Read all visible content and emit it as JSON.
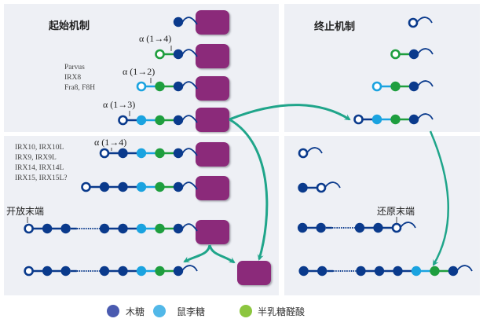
{
  "colors": {
    "xylose": "#0a3a8c",
    "rhamnose": "#1aa3e0",
    "galacturonic_acid": "#1e9e3e",
    "enzyme": "#8b2a7a",
    "arrow": "#1fa58a",
    "panel": "#eef0f5"
  },
  "panels": {
    "initiation_title": "起始机制",
    "termination_title": "终止机制"
  },
  "enzyme_groups": {
    "group1": [
      "Parvus",
      "IRX8",
      "Fra8, F8H"
    ],
    "group2": [
      "IRX10, IRX10L",
      "IRX9, IRX9L",
      "IRX14, IRX14L",
      "IRX15, IRX15L?"
    ]
  },
  "linkages": {
    "row2": "α (1→4)",
    "row3": "α (1→2)",
    "row4": "α (1→3)",
    "row5": "α (1→4)"
  },
  "end_labels": {
    "non_reducing": "开放末端",
    "reducing": "还原末端"
  },
  "legend": [
    {
      "icon": "xylose-circle-icon",
      "label": "木糖",
      "color_key": "xylose"
    },
    {
      "icon": "rhamnose-circle-icon",
      "label": "鼠李糖",
      "color_key": "rhamnose"
    },
    {
      "icon": "galacturonic-acid-circle-icon",
      "label": "半乳糖醛酸",
      "color_key": "galacturonic_acid"
    }
  ],
  "initiation_chains": [
    {
      "residues": [
        "X"
      ]
    },
    {
      "residues": [
        "g",
        "X"
      ]
    },
    {
      "residues": [
        "r",
        "G",
        "X"
      ]
    },
    {
      "residues": [
        "x",
        "R",
        "G",
        "X"
      ]
    },
    {
      "residues": [
        "x",
        "X",
        "R",
        "G",
        "X"
      ]
    },
    {
      "residues": [
        "x",
        "X",
        "X",
        "R",
        "G",
        "X"
      ]
    },
    {
      "residues": [
        "x",
        "X",
        "X",
        "...",
        "X",
        "X",
        "R",
        "G",
        "X"
      ]
    },
    {
      "residues": [
        "x",
        "X",
        "X",
        "...",
        "X",
        "X",
        "R",
        "G",
        "X"
      ]
    }
  ],
  "termination_chains": [
    {
      "residues": [
        "x"
      ]
    },
    {
      "residues": [
        "g",
        "X"
      ]
    },
    {
      "residues": [
        "r",
        "G",
        "X"
      ]
    },
    {
      "residues": [
        "x",
        "R",
        "G",
        "X"
      ]
    },
    {
      "residues": [
        "x"
      ]
    },
    {
      "residues": [
        "X",
        "x"
      ]
    },
    {
      "residues": [
        "X",
        "X",
        "...",
        "X",
        "X",
        "x"
      ]
    },
    {
      "residues": [
        "X",
        "X",
        "...",
        "X",
        "X",
        "X",
        "R",
        "G",
        "X"
      ]
    }
  ],
  "residue_key": "Uppercase = filled residue; lowercase = open (hollow) residue; X = xylose, R = rhamnose, G = galacturonic acid; ... = chain continuation"
}
